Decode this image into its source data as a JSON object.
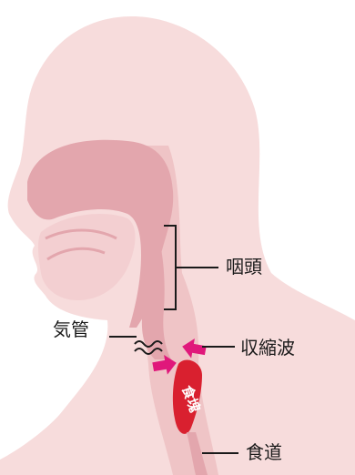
{
  "labels": {
    "pharynx": "咽頭",
    "trachea": "気管",
    "contraction_wave": "収縮波",
    "esophagus": "食道",
    "bolus": "食塊"
  },
  "colors": {
    "skin_light": "#f7dcdc",
    "skin_mid": "#efc4c6",
    "tissue_dark": "#e3a6ad",
    "cavity_inner": "#f3cfd1",
    "bolus_red": "#d9202f",
    "arrow_magenta": "#e0187b",
    "leader_line": "#1a1a1a"
  },
  "icons": {
    "bolus": "bolus-shape",
    "contraction_arrows": "arrow-pair-icon",
    "airflow": "wave-icon"
  }
}
